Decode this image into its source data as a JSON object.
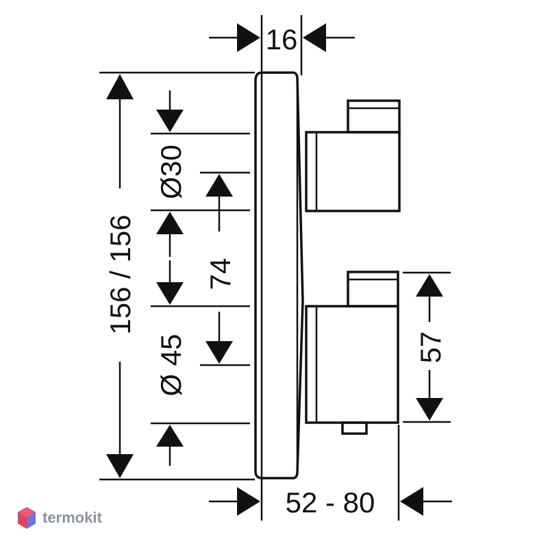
{
  "dimensions": {
    "top_width": "16",
    "total_height": "156 / 156",
    "upper_diameter": "Ø30",
    "center_distance": "74",
    "lower_diameter": "Ø 45",
    "knob_height": "57",
    "depth_range": "52 - 80"
  },
  "logo": {
    "text": "termokit",
    "icon": "hexagon-logo-icon",
    "colors": {
      "text": "#8a929c",
      "hex_top": "#f0567a",
      "hex_left": "#e0445f",
      "hex_right": "#6a78d6"
    }
  },
  "colors": {
    "line": "#111111",
    "background": "#ffffff"
  }
}
